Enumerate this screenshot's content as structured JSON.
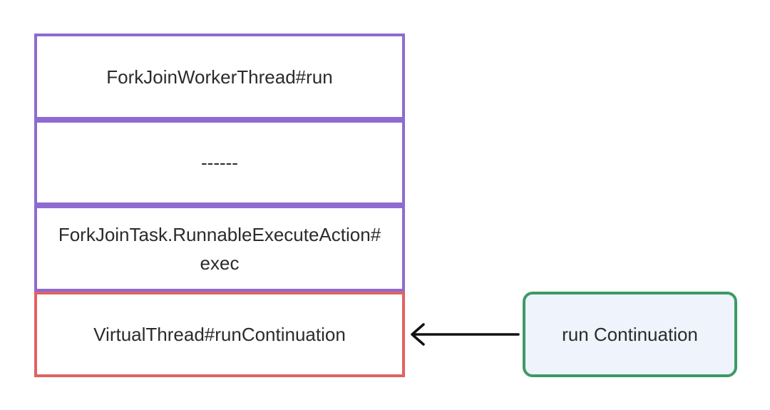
{
  "stack_frames": [
    {
      "label": "ForkJoinWorkerThread#run"
    },
    {
      "label": "------"
    },
    {
      "label": "ForkJoinTask.RunnableExecuteAction#\nexec"
    },
    {
      "label": "VirtualThread#runContinuation"
    }
  ],
  "action_node": {
    "label": "run Continuation"
  },
  "colors": {
    "frame_border": "#8e6bd1",
    "highlight_border": "#e06262",
    "node_border": "#3d9a66",
    "node_fill": "#eef3fc",
    "arrow": "#111111"
  }
}
